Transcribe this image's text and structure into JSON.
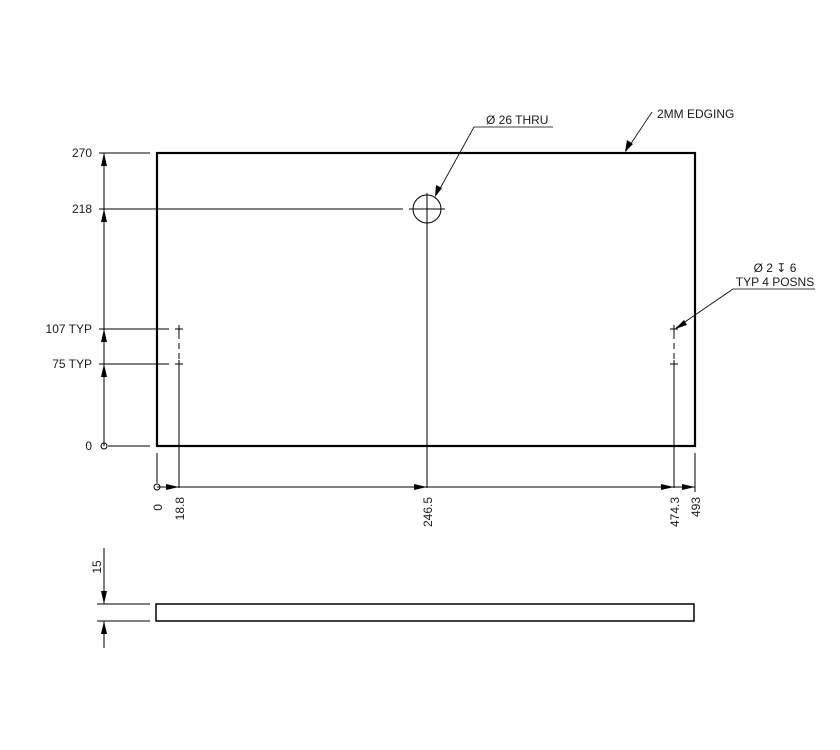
{
  "drawing": {
    "plan_view": {
      "outline": {
        "width_mm": 493,
        "height_mm": 270
      },
      "vertical_dims": [
        {
          "id": "v270",
          "label": "270"
        },
        {
          "id": "v218",
          "label": "218"
        },
        {
          "id": "v107",
          "label": "107 TYP"
        },
        {
          "id": "v75",
          "label": "75 TYP"
        },
        {
          "id": "v0",
          "label": "0"
        }
      ],
      "horizontal_dims": [
        {
          "id": "h0",
          "label": "0"
        },
        {
          "id": "h18_8",
          "label": "18.8"
        },
        {
          "id": "h246_5",
          "label": "246.5"
        },
        {
          "id": "h474_3",
          "label": "474.3"
        },
        {
          "id": "h493",
          "label": "493"
        }
      ],
      "callouts": {
        "big_hole": "Ø 26 THRU",
        "edging": "2MM EDGING",
        "small_holes_line1": "Ø 2 ↧ 6",
        "small_holes_line2": "TYP 4 POSNS"
      }
    },
    "side_view": {
      "thickness_label": "15"
    }
  }
}
